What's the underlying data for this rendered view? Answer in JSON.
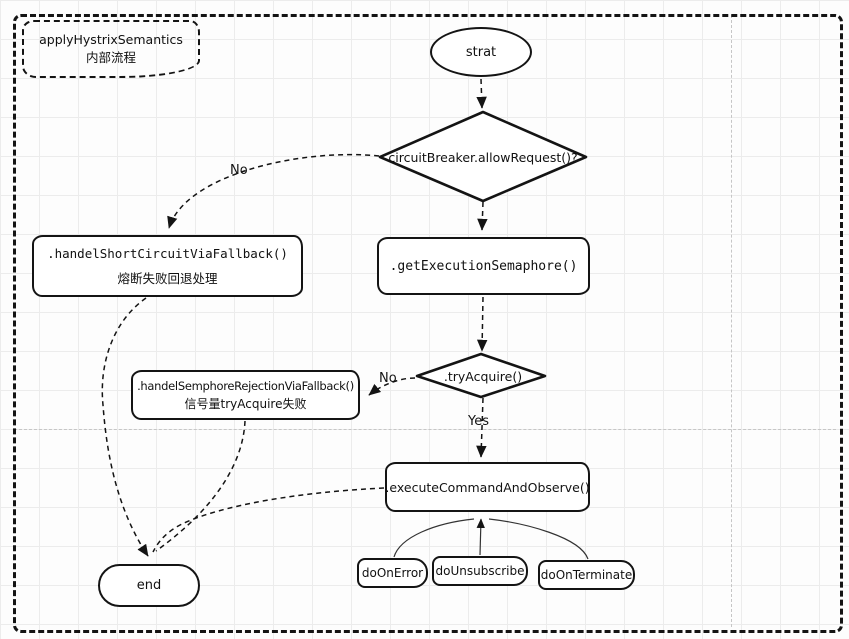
{
  "diagram": {
    "title": {
      "line1": "applyHystrixSemantics",
      "line2": "内部流程"
    },
    "nodes": {
      "start": {
        "label": "strat"
      },
      "allow_request": {
        "label": "circuitBreaker.allowRequest()?"
      },
      "get_semaphore": {
        "label": ".getExecutionSemaphore()"
      },
      "short_circuit": {
        "label": ".handelShortCircuitViaFallback()",
        "sublabel": "熔断失败回退处理"
      },
      "try_acquire": {
        "label": ".tryAcquire()"
      },
      "semaphore_reject": {
        "label": ".handelSemphoreRejectionViaFallback()",
        "sublabel": "信号量tryAcquire失败"
      },
      "execute_command": {
        "label": ".executeCommandAndObserve()"
      },
      "do_on_error": {
        "label": "doOnError"
      },
      "do_unsubscribe": {
        "label": "doUnsubscribe"
      },
      "do_on_terminate": {
        "label": "doOnTerminate"
      },
      "end": {
        "label": "end"
      }
    },
    "edge_labels": {
      "allow_request_no": "No",
      "try_acquire_no": "No",
      "try_acquire_yes": "Yes"
    },
    "colors": {
      "stroke": "#141414",
      "grid": "#ececec",
      "background": "#fdfdfd",
      "guide": "#c6c6c6"
    }
  }
}
